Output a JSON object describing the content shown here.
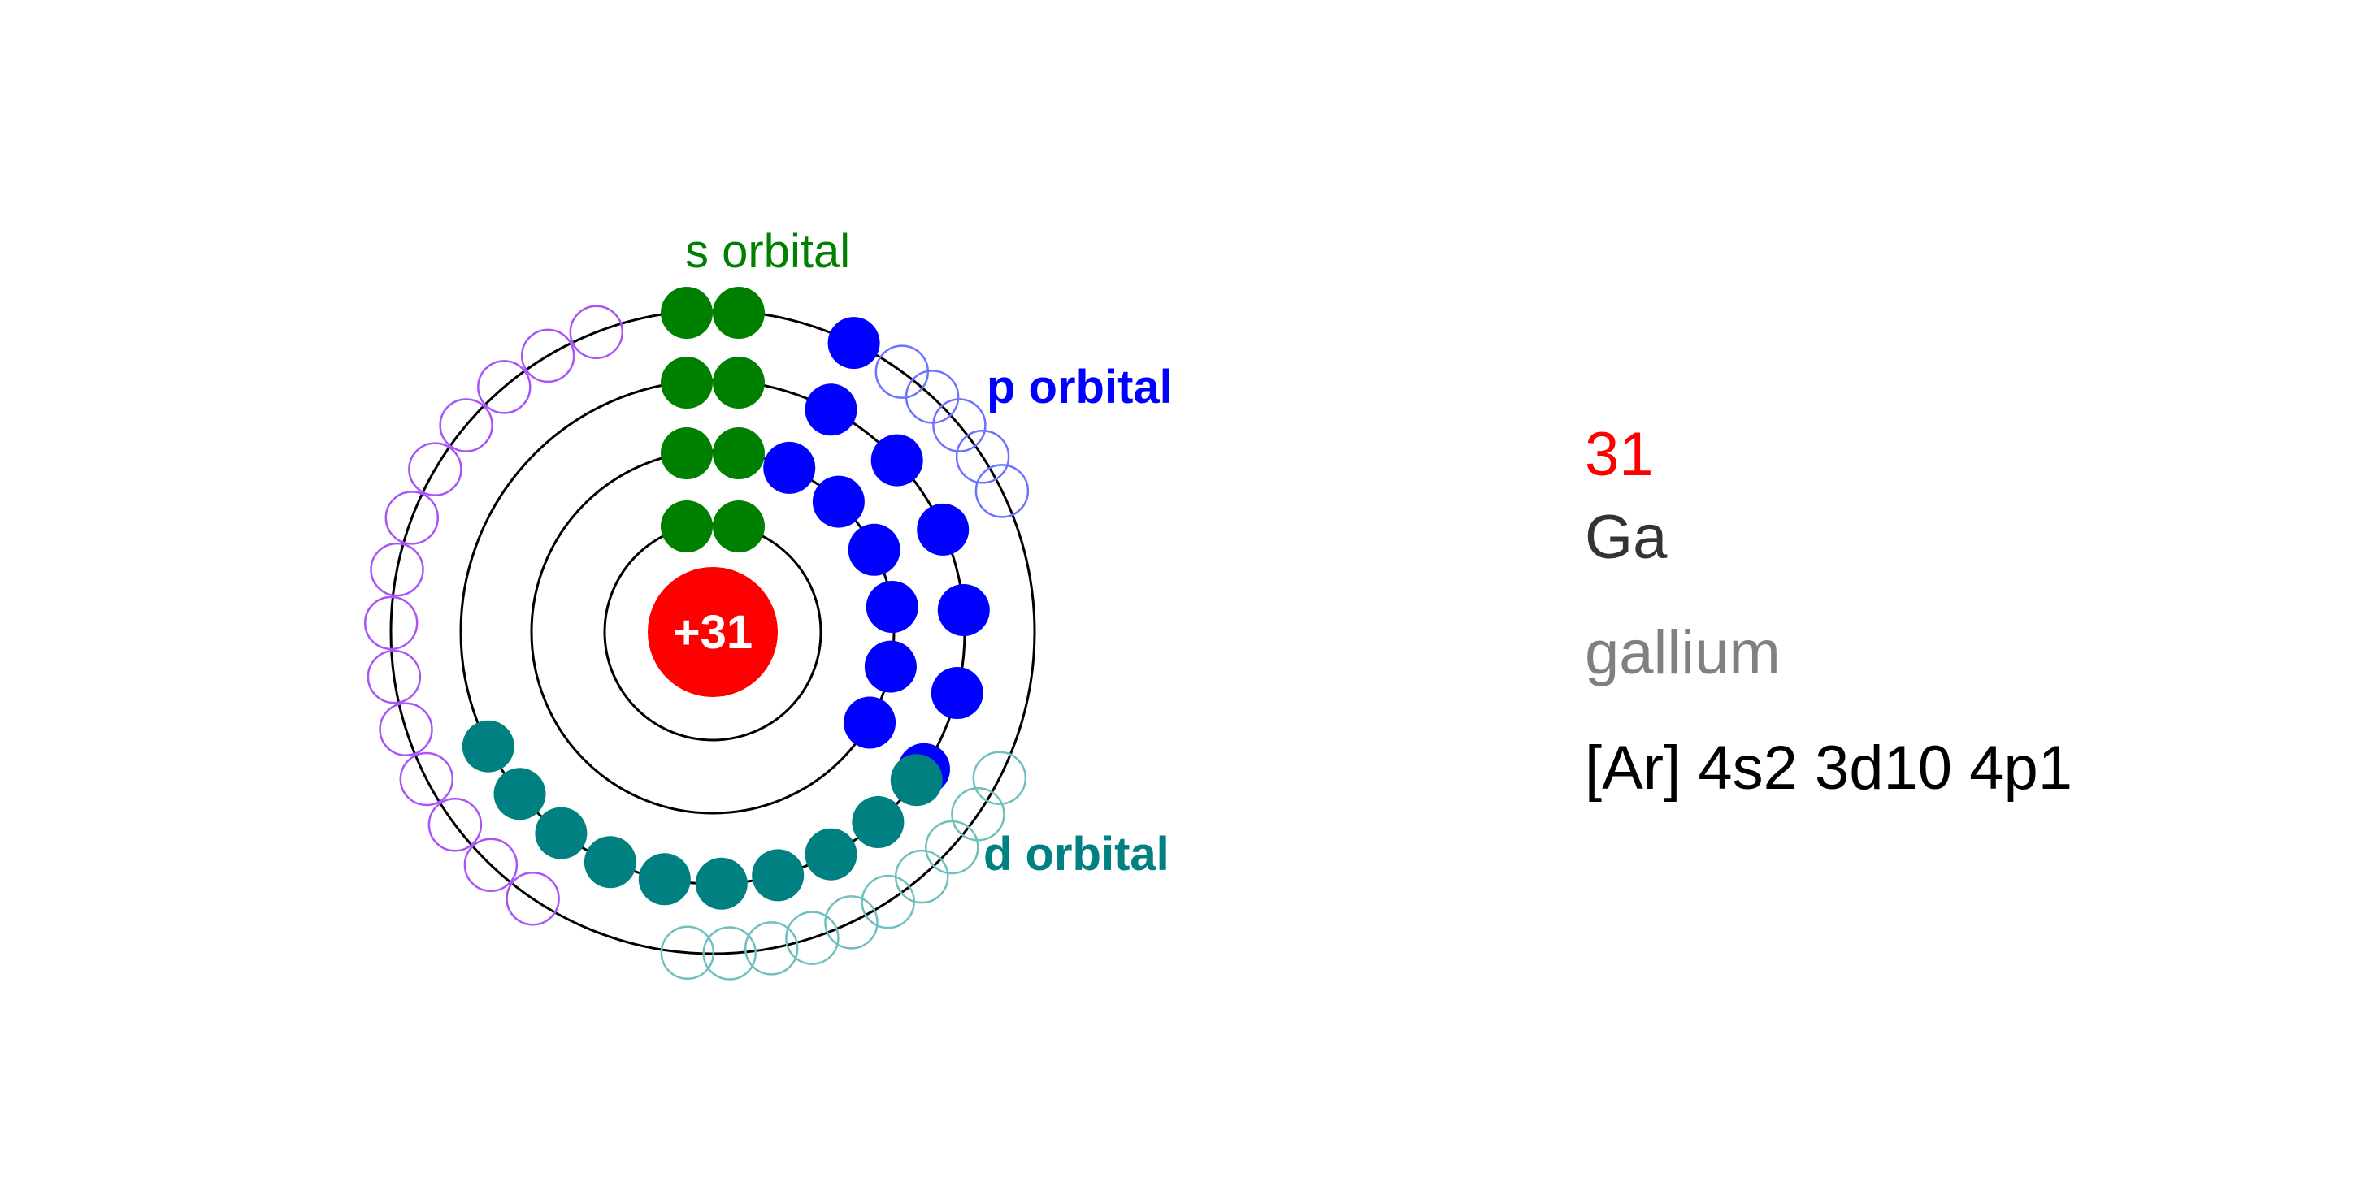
{
  "element": {
    "atomic_number": "31",
    "symbol": "Ga",
    "name": "gallium",
    "configuration": "[Ar] 4s2 3d10 4p1"
  },
  "nucleus": {
    "charge_label": "+31",
    "color": "#ff0000"
  },
  "orbital_labels": {
    "s": "s orbital",
    "p": "p orbital",
    "d": "d orbital"
  },
  "colors": {
    "s": "#008000",
    "p": "#0000ff",
    "d": "#008080",
    "f_empty": "#a855f7",
    "p_empty": "#6b73ff",
    "d_empty": "#6fbfbf",
    "shell": "#000000"
  },
  "shells": [
    {
      "n": 1,
      "electrons": {
        "s": 2
      }
    },
    {
      "n": 2,
      "electrons": {
        "s": 2,
        "p": 6
      }
    },
    {
      "n": 3,
      "electrons": {
        "s": 2,
        "p": 6,
        "d": 10
      }
    },
    {
      "n": 4,
      "electrons": {
        "s": 2,
        "p": 1
      },
      "empty_slots": {
        "p": 5,
        "d": 10,
        "f": 14
      }
    }
  ]
}
